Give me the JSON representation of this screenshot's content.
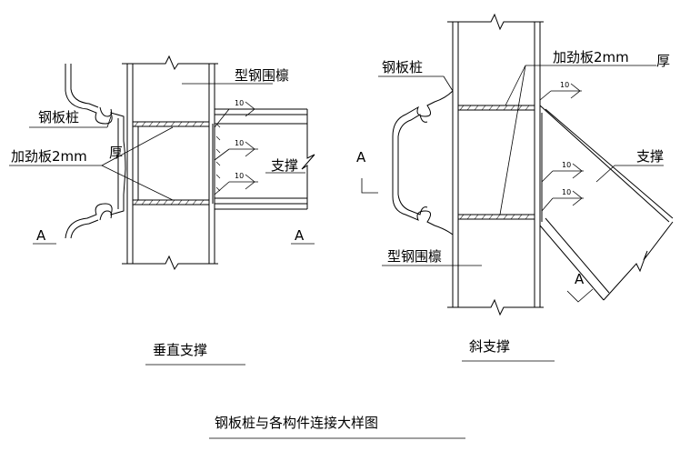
{
  "title": "钢板桩与各构件连接大样图",
  "left": {
    "caption": "垂直支撑",
    "labels": {
      "steel_pile": "钢板桩",
      "wale": "型钢围檩",
      "stiffener": "加劲板2mm",
      "thick": "厚",
      "support": "支撑",
      "weld1": "10",
      "weld2": "10",
      "weld3": "10",
      "section_a_left": "A",
      "section_a_right": "A"
    }
  },
  "right": {
    "caption": "斜支撑",
    "labels": {
      "steel_pile": "钢板桩",
      "stiffener": "加劲板2mm",
      "thick": "厚",
      "wale": "型钢围檩",
      "support": "支撑",
      "weld1": "10",
      "weld2": "10",
      "weld3": "10",
      "section_a_left": "A",
      "section_a_bottom": "A"
    }
  }
}
